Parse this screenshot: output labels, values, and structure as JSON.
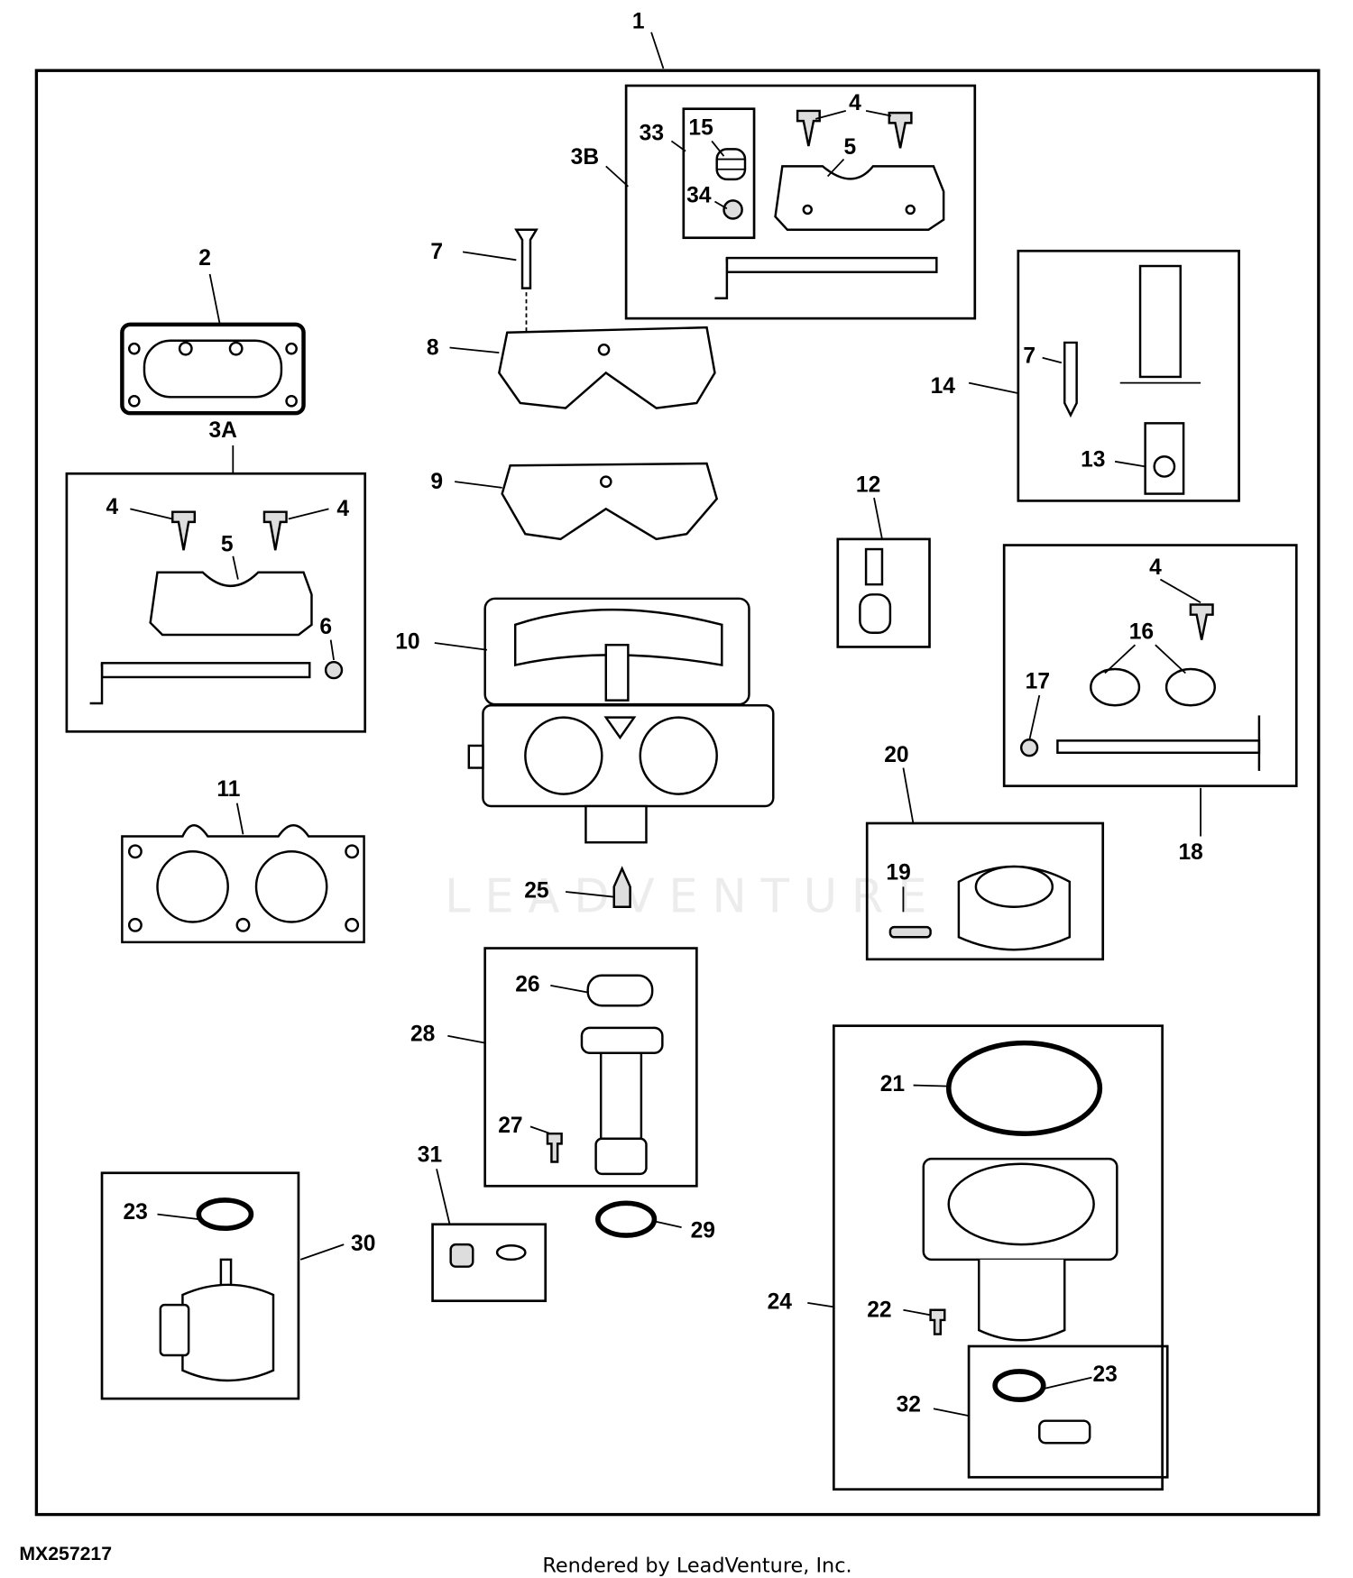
{
  "diagram": {
    "figure_code": "MX257217",
    "footer": "Rendered by LeadVenture, Inc.",
    "watermark": "LEADVENTURE",
    "callouts": [
      "1",
      "2",
      "3A",
      "3B",
      "33",
      "15",
      "34",
      "4",
      "5",
      "7",
      "8",
      "9",
      "10",
      "11",
      "12",
      "14",
      "7",
      "13",
      "4",
      "4",
      "5",
      "6",
      "4",
      "16",
      "17",
      "18",
      "20",
      "19",
      "25",
      "26",
      "28",
      "27",
      "31",
      "29",
      "23",
      "30",
      "21",
      "24",
      "22",
      "23",
      "32"
    ]
  }
}
